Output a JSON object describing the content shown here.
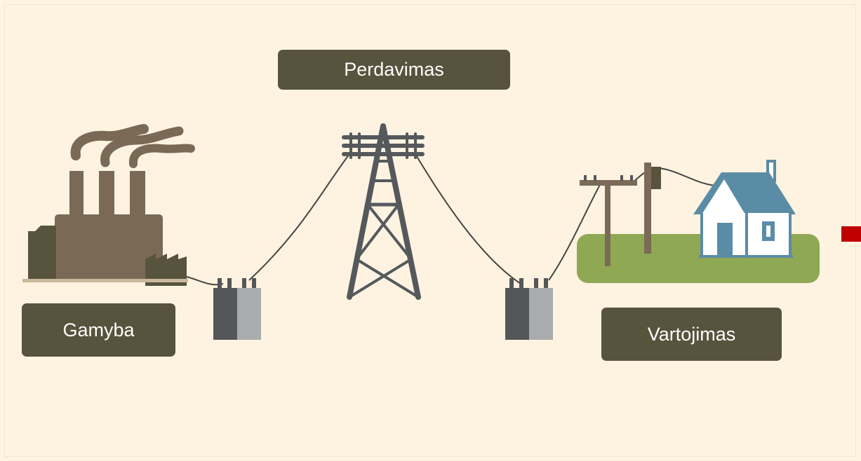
{
  "labels": {
    "transmission": "Perdavimas",
    "generation": "Gamyba",
    "consumption": "Vartojimas"
  },
  "colors": {
    "background": "#fdf3e0",
    "label_bg": "#57533d",
    "label_text": "#ffffff",
    "factory": "#7a6a55",
    "factory_dark": "#57533d",
    "tower": "#55595c",
    "transformer_dark": "#55565a",
    "transformer_light": "#a9abad",
    "wire": "#444444",
    "grass": "#8fa854",
    "house_roof": "#5b8ca6",
    "house_wall": "#ffffff",
    "pole": "#7b6a55",
    "accent_red": "#c00000"
  },
  "icons": [
    "factory-icon",
    "transformer-icon",
    "power-tower-icon",
    "utility-pole-icon",
    "house-icon"
  ]
}
